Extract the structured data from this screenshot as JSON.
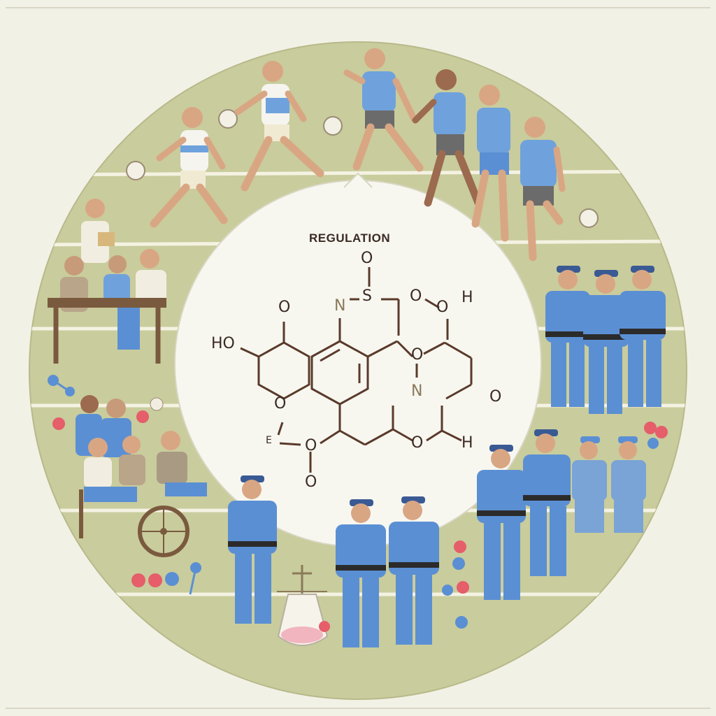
{
  "illustration": {
    "title": "REGULATION",
    "atom_labels": {
      "s": "S",
      "o_top": "O",
      "n_left": "N",
      "o_right1": "O",
      "h_right1": "H",
      "o_left_ring": "O",
      "ho": "HO",
      "o_mid": "O",
      "n_mid": "N",
      "o_far_right": "O",
      "o_ring_bottom": "O",
      "e_label": "E",
      "o_bottom1": "O",
      "o_bottom2": "O",
      "h_bottom": "H",
      "o_bottom3": "O"
    },
    "colors": {
      "background": "#f2f1e6",
      "field_green": "#c9cc9c",
      "inner_circle": "#f7f7f0",
      "uniform_blue": "#5b8fd3",
      "jersey_blue": "#6fa2dc",
      "ink": "#3a2a22"
    }
  }
}
